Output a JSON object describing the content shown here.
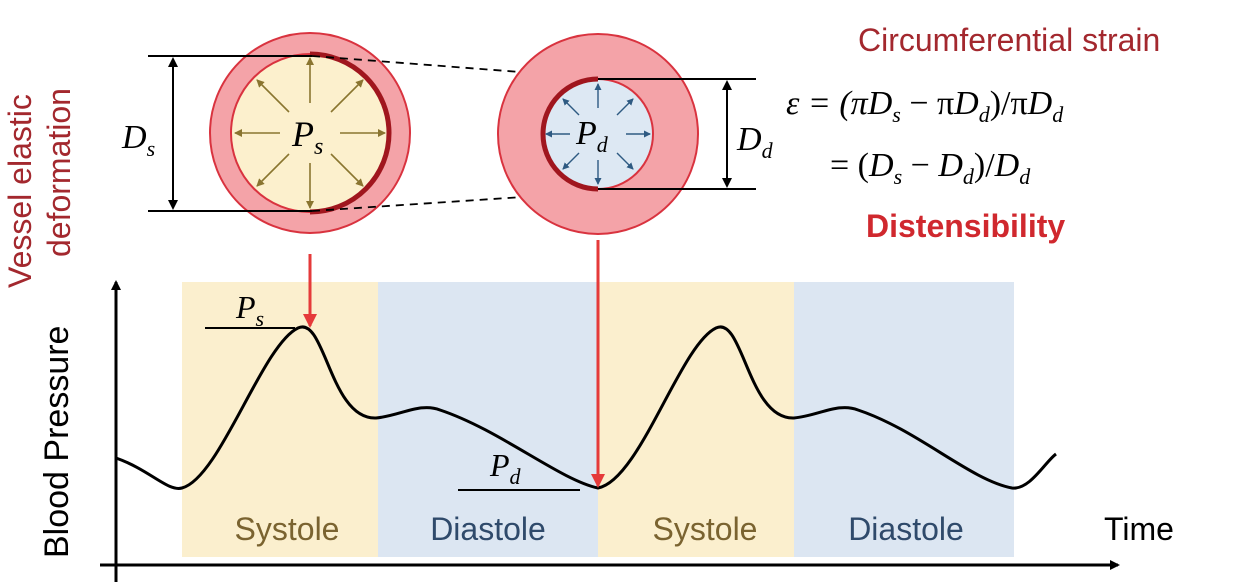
{
  "side_label": {
    "line1": "Vessel elastic",
    "line2": "deformation"
  },
  "vessels": {
    "systole": {
      "pressure_symbol": "P",
      "pressure_sub": "s",
      "diameter_symbol": "D",
      "diameter_sub": "s"
    },
    "diastole": {
      "pressure_symbol": "P",
      "pressure_sub": "d",
      "diameter_symbol": "D",
      "diameter_sub": "d"
    }
  },
  "strain": {
    "title": "Circumferential strain",
    "eq1": "ε = (πDₛ − πD_d)/πD_d",
    "eq1_parts": [
      "ε = (π",
      "D",
      "s",
      " − π",
      "D",
      "d",
      ")/π",
      "D",
      "d"
    ],
    "eq2_parts": [
      "= (",
      "D",
      "s",
      " − ",
      "D",
      "d",
      ")/",
      "D",
      "d"
    ],
    "highlight": "Distensibility"
  },
  "chart": {
    "y_axis_label": "Blood Pressure",
    "x_axis_label": "Time",
    "phases": [
      "Systole",
      "Diastole",
      "Systole",
      "Diastole"
    ],
    "peak_label_symbol": "P",
    "peak_label_sub": "s",
    "trough_label_symbol": "P",
    "trough_label_sub": "d"
  },
  "colors": {
    "vessel_wall": "#f4a3a8",
    "vessel_outline": "#d9333f",
    "systole_lumen": "#fcf0cd",
    "diastole_lumen": "#dde8f3",
    "systole_band": "#fbefce",
    "diastole_band": "#dce6f2",
    "systole_text": "#7a6330",
    "diastole_text": "#2f4a6b",
    "title_red": "#a3282e",
    "distensibility_red": "#d0282e",
    "arrow_red": "#e53a3a",
    "systole_arrows": "#8a7530",
    "diastole_arrows": "#2e5a82"
  }
}
